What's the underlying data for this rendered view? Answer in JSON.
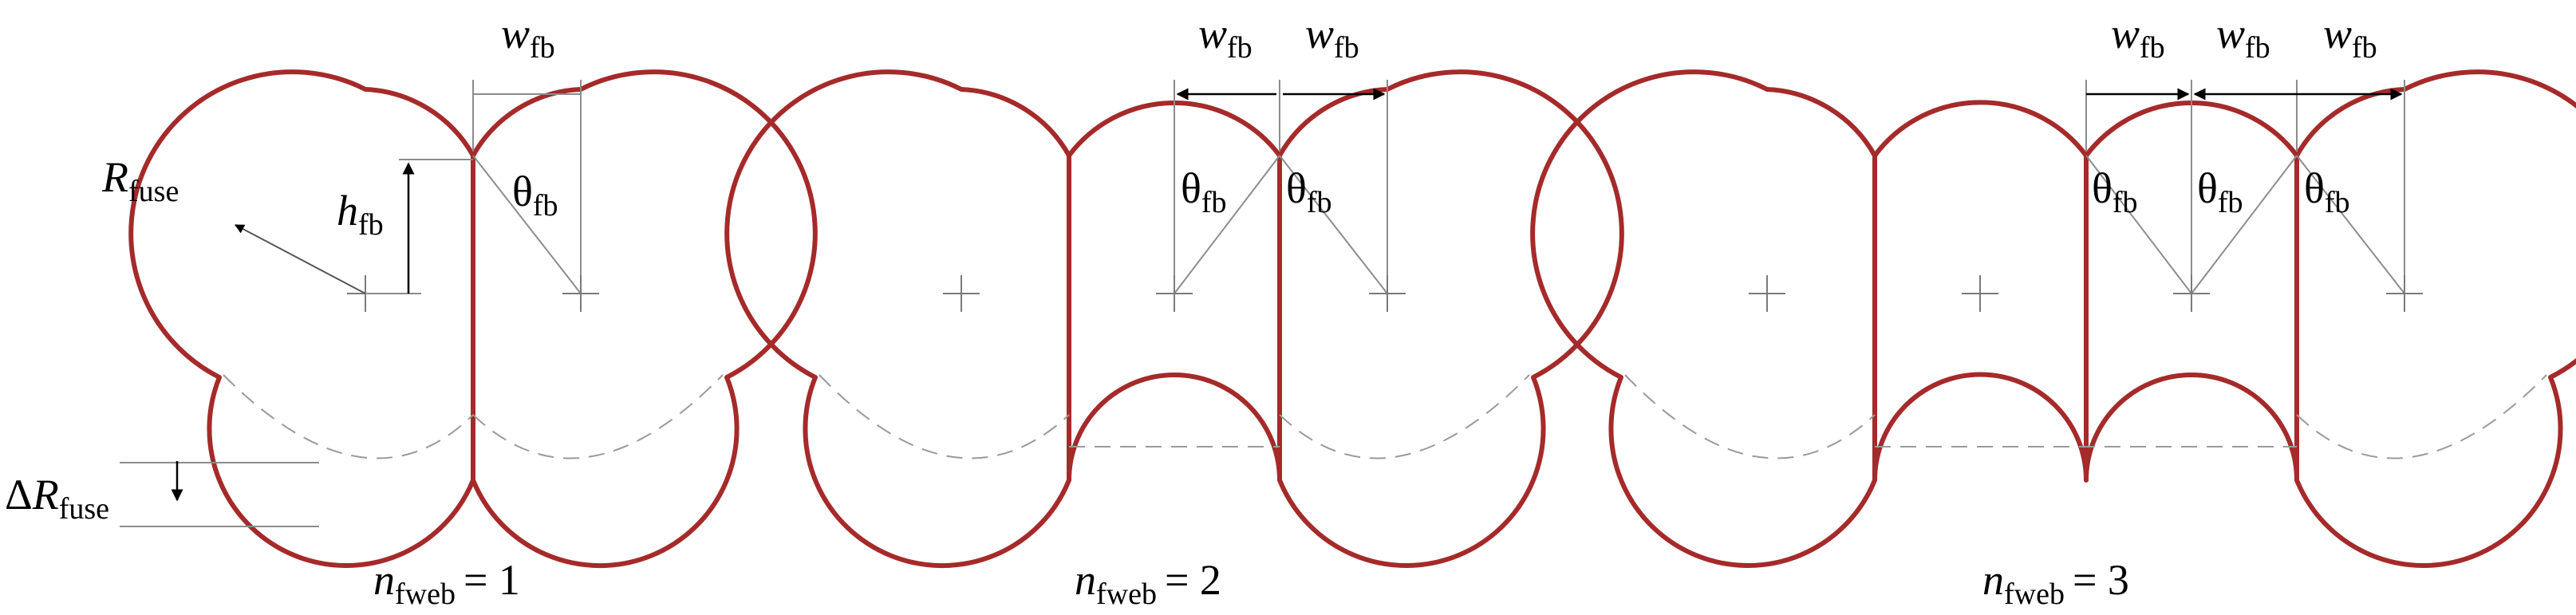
{
  "labels": {
    "w_sym": "w",
    "w_sub": "fb",
    "theta_sym": "θ",
    "theta_sub": "fb",
    "R_sym": "R",
    "R_sub": "fuse",
    "h_sym": "h",
    "h_sub": "fb",
    "dR_delta": "Δ",
    "dR_sym": "R",
    "dR_sub": "fuse",
    "n_sym": "n",
    "n_sub": "fweb"
  },
  "panels": [
    {
      "n_value": "= 1"
    },
    {
      "n_value": "= 2"
    },
    {
      "n_value": "= 3"
    }
  ],
  "colors": {
    "shell": "#a52a2a",
    "guide": "#8c8c8c",
    "text": "#000000"
  }
}
